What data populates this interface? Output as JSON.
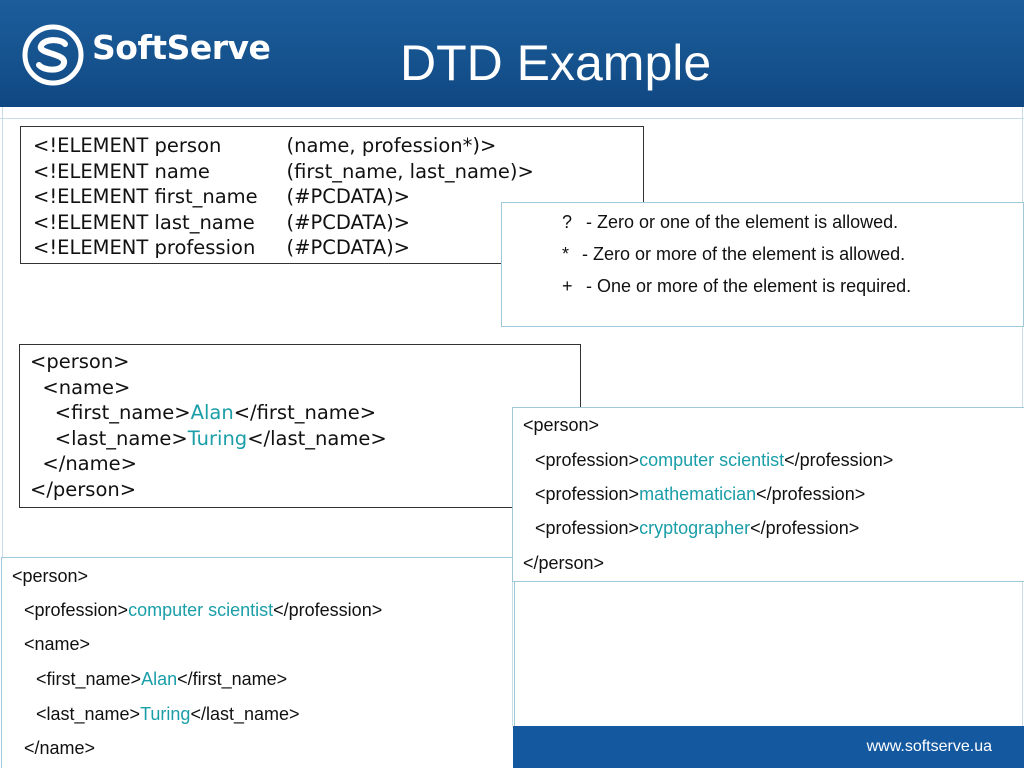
{
  "header": {
    "brand": "SoftServe",
    "title": "DTD Example"
  },
  "dtd": [
    {
      "keyword": "<!ELEMENT",
      "name": "person",
      "content": "(name, profession*)>"
    },
    {
      "keyword": "<!ELEMENT",
      "name": "name",
      "content": "(first_name, last_name)>"
    },
    {
      "keyword": "<!ELEMENT",
      "name": "first_name",
      "content": "(#PCDATA)>"
    },
    {
      "keyword": "<!ELEMENT",
      "name": "last_name",
      "content": "(#PCDATA)>"
    },
    {
      "keyword": "<!ELEMENT",
      "name": "profession",
      "content": "(#PCDATA)>"
    }
  ],
  "legend": [
    {
      "symbol": "?",
      "text": "- Zero or one of the element is allowed."
    },
    {
      "symbol": "*",
      "text": "- Zero or more of the element is allowed."
    },
    {
      "symbol": "+",
      "text": "- One or more of the element is required."
    }
  ],
  "example1": {
    "person_open": "<person>",
    "name_open": "<name>",
    "first_open": "<first_name>",
    "first_value": "Alan",
    "first_close": "</first_name>",
    "last_open": "<last_name>",
    "last_value": "Turing",
    "last_close": "</last_name>",
    "name_close": "</name>",
    "person_close": "</person>"
  },
  "example2": {
    "person_open": "<person>",
    "professions": [
      {
        "open": "<profession>",
        "value": "computer scientist",
        "close": "</profession>"
      },
      {
        "open": "<profession>",
        "value": "mathematician",
        "close": "</profession>"
      },
      {
        "open": "<profession>",
        "value": "cryptographer",
        "close": "</profession>"
      }
    ],
    "person_close": "</person>"
  },
  "example3": {
    "person_open": "<person>",
    "prof_open": "<profession>",
    "prof_value": "computer scientist",
    "prof_close": "</profession>",
    "name_open": "<name>",
    "first_open": "<first_name>",
    "first_value": "Alan",
    "first_close": "</first_name>",
    "last_open": "<last_name>",
    "last_value": "Turing",
    "last_close": "</last_name>",
    "name_close": "</name>"
  },
  "footer": {
    "url": "www.softserve.ua"
  },
  "colors": {
    "header": "#15528d",
    "highlight": "#1a9ea8",
    "footer": "#1458a0"
  }
}
